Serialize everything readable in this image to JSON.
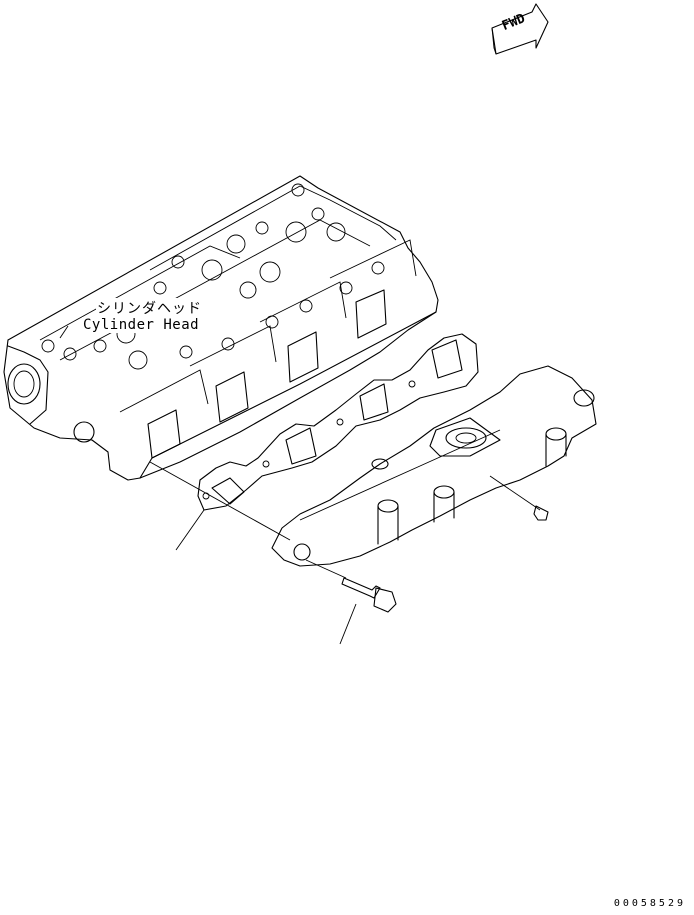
{
  "fwd_label": "FWD",
  "cylinder_head_label_jp": "シリンダヘッド",
  "cylinder_head_label_en": "Cylinder Head",
  "drawing_code": "00058529"
}
